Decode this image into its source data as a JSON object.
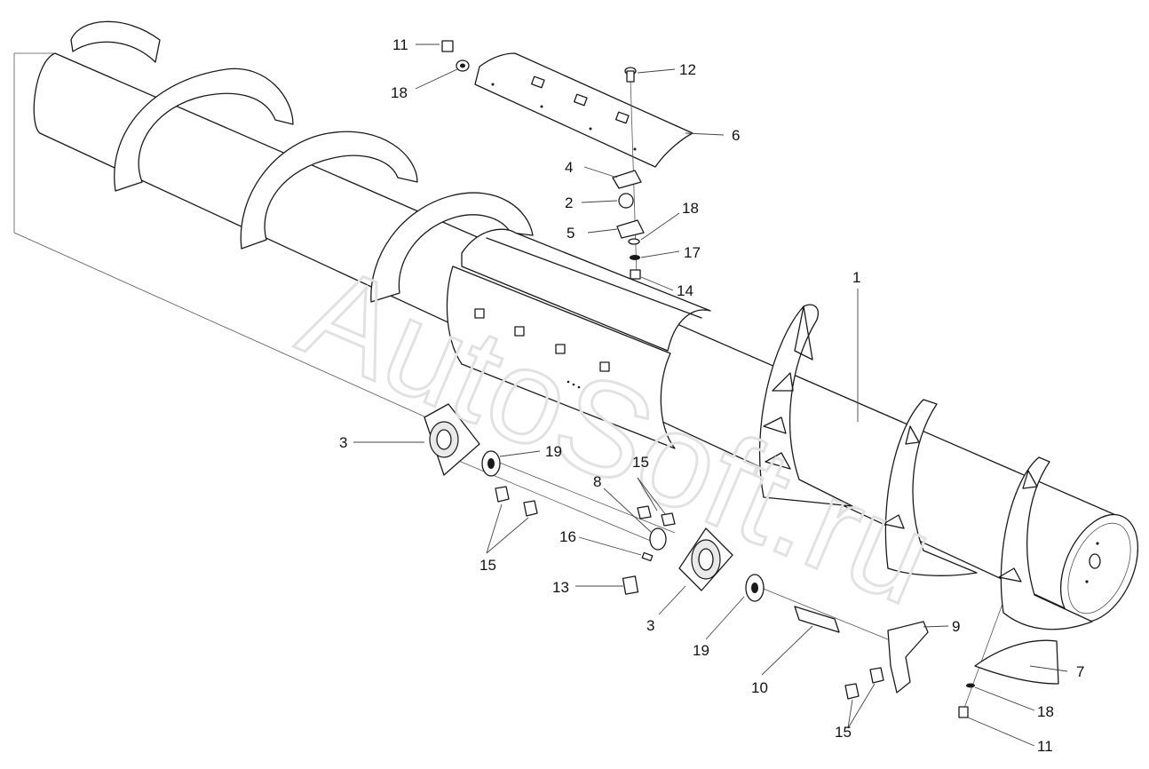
{
  "watermark": "AutoSoft.ru",
  "callouts": [
    {
      "id": "c11a",
      "text": "11"
    },
    {
      "id": "c18a",
      "text": "18"
    },
    {
      "id": "c12",
      "text": "12"
    },
    {
      "id": "c6",
      "text": "6"
    },
    {
      "id": "c4",
      "text": "4"
    },
    {
      "id": "c2",
      "text": "2"
    },
    {
      "id": "c18b",
      "text": "18"
    },
    {
      "id": "c5",
      "text": "5"
    },
    {
      "id": "c17",
      "text": "17"
    },
    {
      "id": "c14",
      "text": "14"
    },
    {
      "id": "c1",
      "text": "1"
    },
    {
      "id": "c3a",
      "text": "3"
    },
    {
      "id": "c19a",
      "text": "19"
    },
    {
      "id": "c15a",
      "text": "15"
    },
    {
      "id": "c8",
      "text": "8"
    },
    {
      "id": "c15b",
      "text": "15"
    },
    {
      "id": "c16",
      "text": "16"
    },
    {
      "id": "c13",
      "text": "13"
    },
    {
      "id": "c3b",
      "text": "3"
    },
    {
      "id": "c19b",
      "text": "19"
    },
    {
      "id": "c9",
      "text": "9"
    },
    {
      "id": "c10",
      "text": "10"
    },
    {
      "id": "c7",
      "text": "7"
    },
    {
      "id": "c18c",
      "text": "18"
    },
    {
      "id": "c15c",
      "text": "15"
    },
    {
      "id": "c11b",
      "text": "11"
    }
  ]
}
